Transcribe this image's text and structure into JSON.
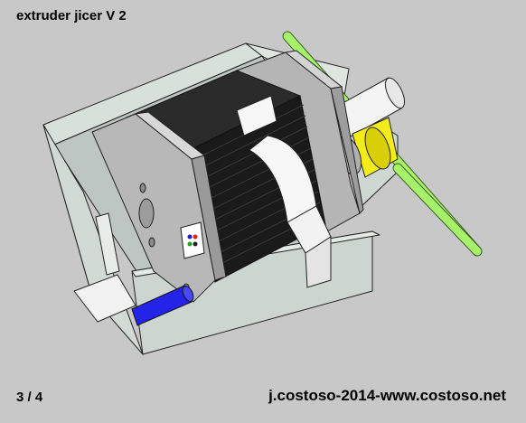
{
  "header": {
    "title": "extruder jicer V 2"
  },
  "footer": {
    "page_counter": "3 / 4",
    "credit": "j.costoso-2014-www.costoso.net"
  },
  "colors": {
    "background": "#c8c8c8",
    "box": "#cfd8d4",
    "motor_body": "#1e1e1e",
    "motor_plate": "#bfbfbf",
    "rod": "#a6f26a",
    "blue_pin": "#2424e8",
    "bearing": "#f4ec1a",
    "white_parts": "#f7f7f7"
  },
  "illustration": {
    "parts": [
      "open-box-housing",
      "stepper-motor",
      "front-mounting-plate",
      "rear-mounting-plate",
      "motor-clamp-strap",
      "green-rod",
      "shaft-sleeve",
      "yellow-bearing",
      "blue-pin",
      "connector-label"
    ]
  }
}
